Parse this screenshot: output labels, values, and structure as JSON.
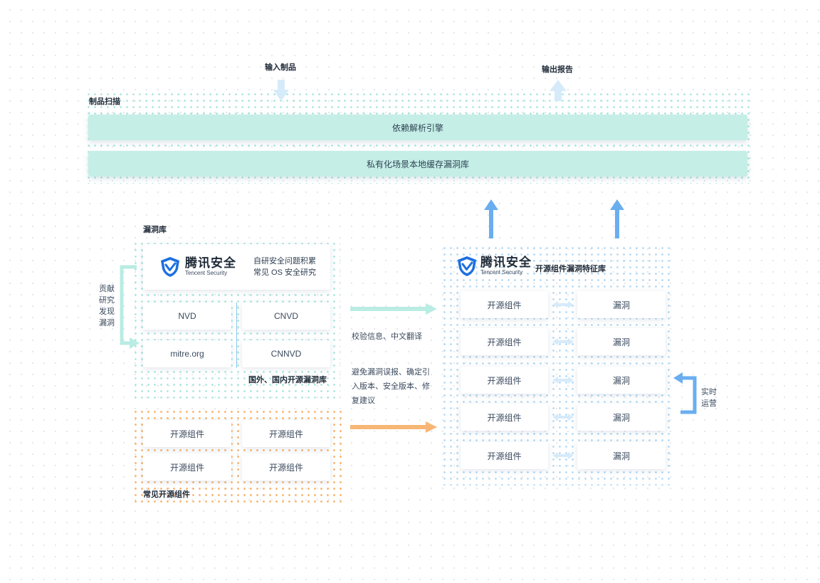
{
  "top": {
    "input_label": "输入制品",
    "output_label": "输出报告",
    "scan_label": "制品扫描"
  },
  "bands": {
    "engine": "依赖解析引擎",
    "cache": "私有化场景本地缓存漏洞库"
  },
  "vuln_db": {
    "title": "漏洞库",
    "brand_cn": "腾讯安全",
    "brand_en": "Tencent Security",
    "desc_line1": "自研安全问题积累",
    "desc_line2": "常见 OS 安全研究",
    "sources": [
      "NVD",
      "CNVD",
      "mitre.org",
      "CNNVD"
    ],
    "sources_caption": "国外、国内开源漏洞库",
    "side_text": [
      "贡献",
      "研究",
      "发现",
      "漏洞"
    ]
  },
  "components": {
    "items": [
      "开源组件",
      "开源组件",
      "开源组件",
      "开源组件"
    ],
    "caption": "常见开源组件"
  },
  "middle": {
    "note1": "校验信息、中文翻译",
    "note2": "避免漏洞误报、确定引入版本、安全版本、修复建议"
  },
  "feature_db": {
    "brand_cn": "腾讯安全",
    "brand_en": "Tencent Security",
    "title": "开源组件漏洞特征库",
    "rows": [
      {
        "component": "开源组件",
        "vuln": "漏洞"
      },
      {
        "component": "开源组件",
        "vuln": "漏洞"
      },
      {
        "component": "开源组件",
        "vuln": "漏洞"
      },
      {
        "component": "开源组件",
        "vuln": "漏洞"
      },
      {
        "component": "开源组件",
        "vuln": "漏洞"
      }
    ],
    "side_text": [
      "实时",
      "运营"
    ]
  },
  "colors": {
    "teal_band": "#c5eee7",
    "teal_arrow": "#b9ece3",
    "blue_arrow": "#6aaef0",
    "light_blue": "#d6ebfa",
    "orange": "#f7b675",
    "brand_blue": "#1d6fe0"
  }
}
